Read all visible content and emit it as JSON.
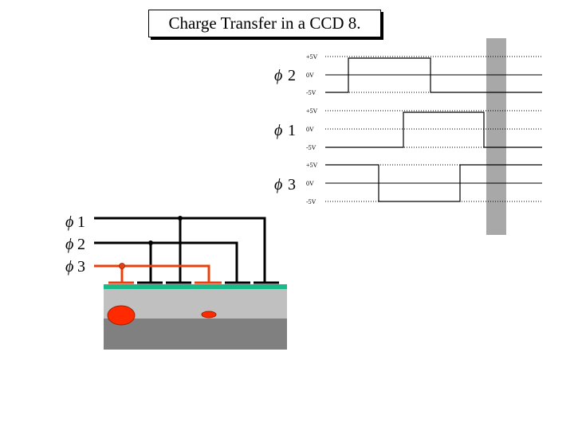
{
  "title": "Charge Transfer in a CCD 8.",
  "colors": {
    "wire_black": "#000000",
    "wire_red": "#e8410f",
    "substrate_light": "#c0c0c0",
    "substrate_dark": "#808080",
    "oxide": "#1ab98a",
    "charge": "#ff2a00",
    "timing_bar": "#a8a8a8"
  },
  "phase_symbol": "ϕ",
  "timing": {
    "rows": [
      {
        "phase": "2",
        "levels": [
          "+5V",
          "0V",
          "-5V"
        ]
      },
      {
        "phase": "1",
        "levels": [
          "+5V",
          "0V",
          "-5V"
        ]
      },
      {
        "phase": "3",
        "levels": [
          "+5V",
          "0V",
          "-5V"
        ]
      }
    ]
  },
  "clock_legend": [
    {
      "phase": "1"
    },
    {
      "phase": "2"
    },
    {
      "phase": "3"
    }
  ],
  "icons": {
    "phase": "phi-symbol-icon"
  }
}
